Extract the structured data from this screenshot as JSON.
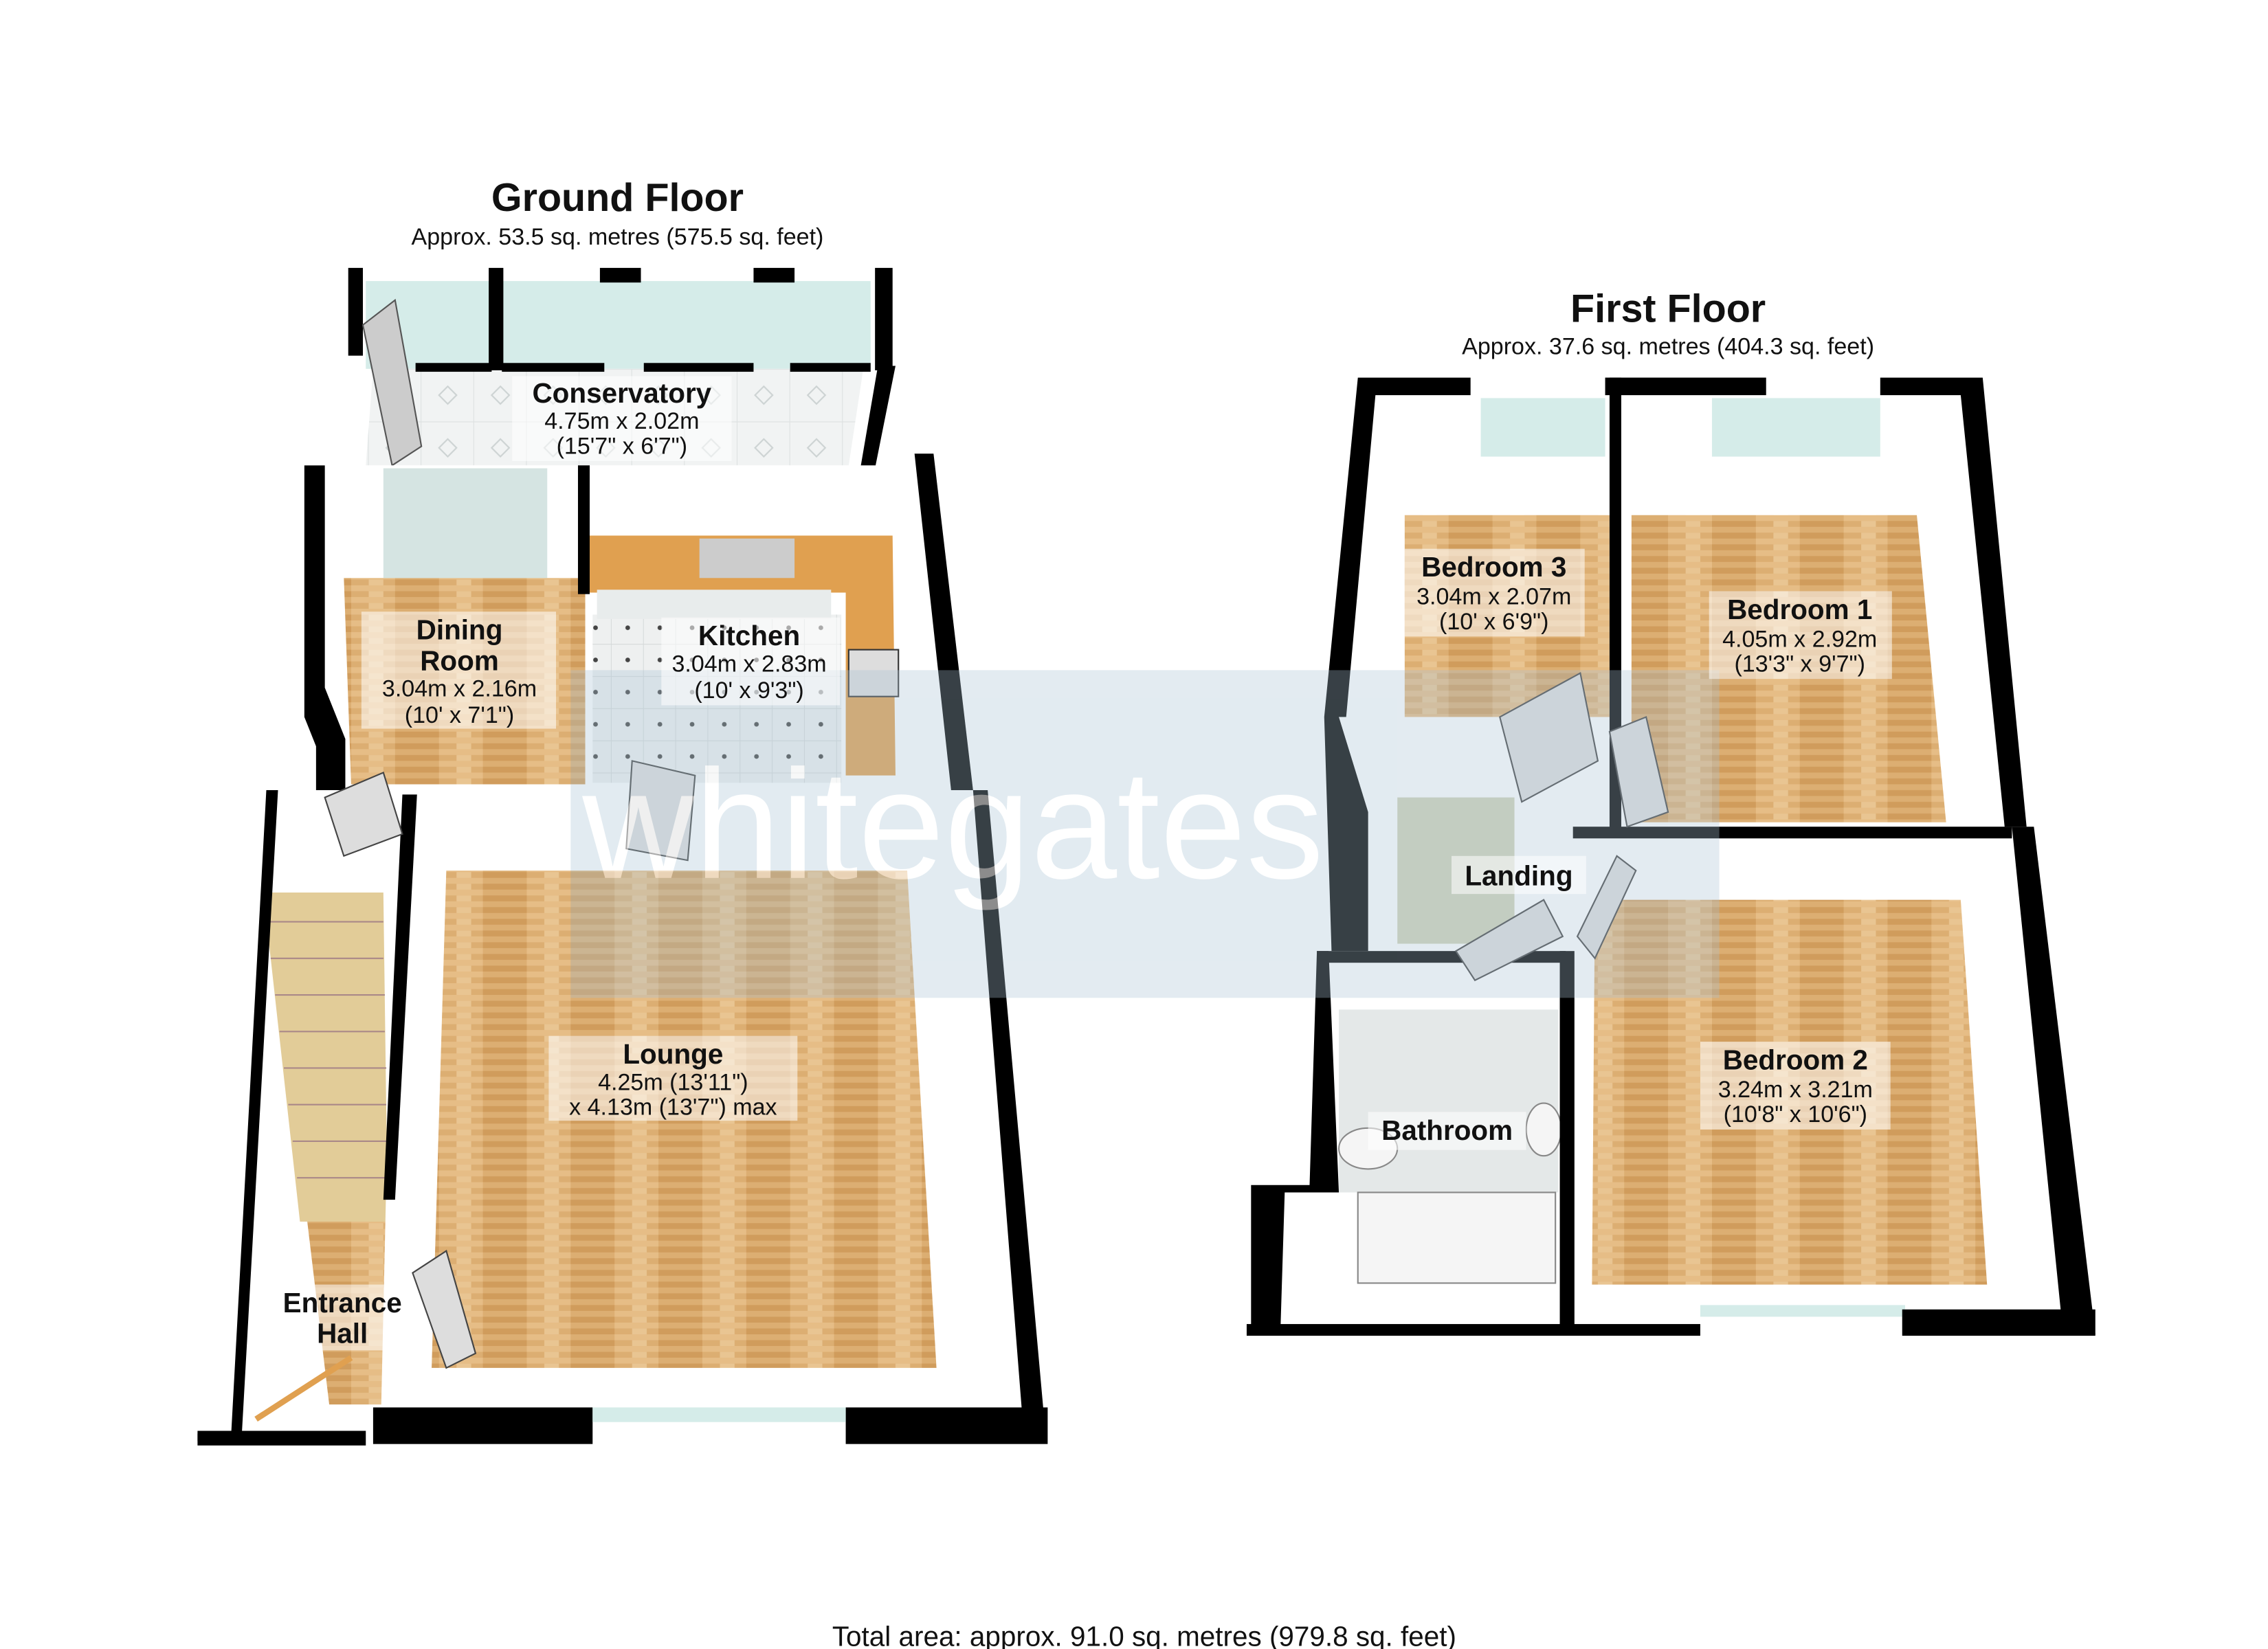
{
  "ground_floor": {
    "title": "Ground Floor",
    "area": "Approx. 53.5 sq. metres (575.5 sq. feet)",
    "rooms": [
      {
        "name": "Conservatory",
        "dims": "4.75m x 2.02m",
        "imperial": "(15'7\" x 6'7\")"
      },
      {
        "name_line1": "Dining",
        "name_line2": "Room",
        "dims": "3.04m x 2.16m",
        "imperial": "(10' x 7'1\")"
      },
      {
        "name": "Kitchen",
        "dims": "3.04m x 2.83m",
        "imperial": "(10' x 9'3\")"
      },
      {
        "name": "Lounge",
        "dims": "4.25m (13'11\")",
        "imperial": "x 4.13m (13'7\") max"
      },
      {
        "name_line1": "Entrance",
        "name_line2": "Hall"
      }
    ]
  },
  "first_floor": {
    "title": "First Floor",
    "area": "Approx. 37.6 sq. metres (404.3 sq. feet)",
    "rooms": [
      {
        "name": "Bedroom 3",
        "dims": "3.04m x 2.07m",
        "imperial": "(10' x 6'9\")"
      },
      {
        "name": "Bedroom 1",
        "dims": "4.05m x 2.92m",
        "imperial": "(13'3\" x 9'7\")"
      },
      {
        "name": "Landing"
      },
      {
        "name": "Bathroom"
      },
      {
        "name": "Bedroom 2",
        "dims": "3.24m x 3.21m",
        "imperial": "(10'8\" x 10'6\")"
      }
    ]
  },
  "watermark": "whitegates",
  "total_area": "Total area: approx. 91.0 sq. metres (979.8 sq. feet)",
  "colors": {
    "wall": "#000000",
    "wood": "#d9a86a",
    "worktop": "#e0a050",
    "glass": "#d5ece9",
    "watermark": "#b7cad6"
  }
}
